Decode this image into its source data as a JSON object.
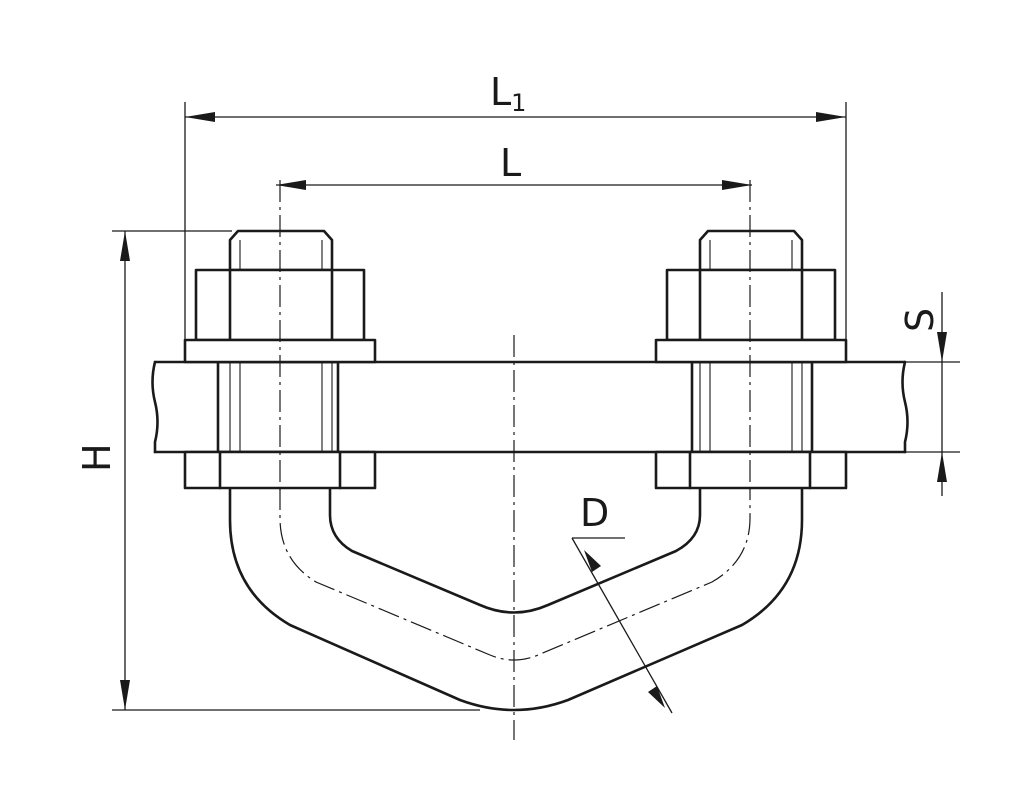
{
  "dimensions": {
    "L1": {
      "main": "L",
      "sub": "1"
    },
    "L": "L",
    "S": "S",
    "H": "H",
    "D": "D"
  }
}
